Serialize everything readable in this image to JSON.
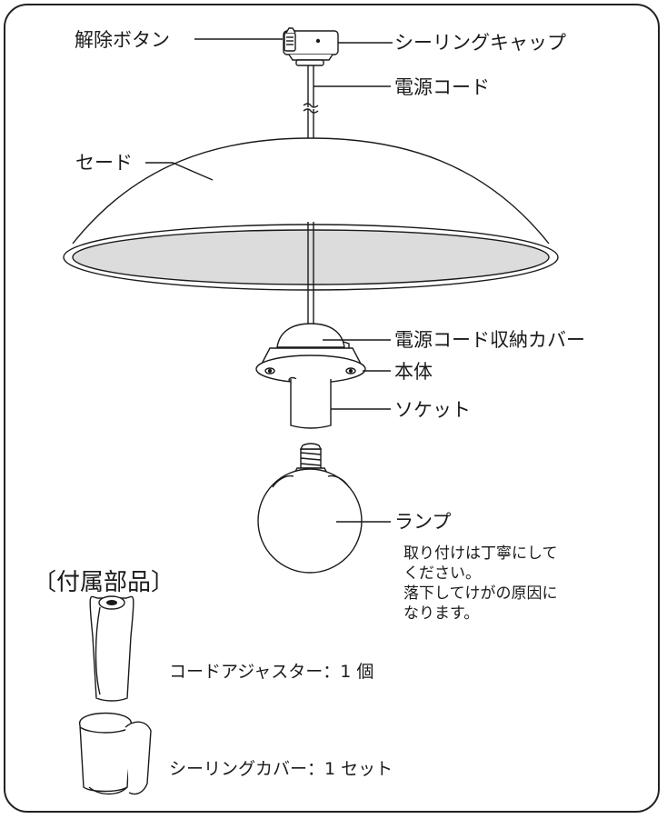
{
  "labels": {
    "release_button": "解除ボタン",
    "ceiling_cap": "シーリングキャップ",
    "power_cord": "電源コード",
    "shade": "セード",
    "cord_cover": "電源コード収納カバー",
    "body": "本体",
    "socket": "ソケット",
    "lamp": "ランプ"
  },
  "note": {
    "line1": "取り付けは丁寧にして",
    "line2": "ください。",
    "line3": "落下してけがの原因に",
    "line4": "なります。"
  },
  "accessories": {
    "title": "〔付属部品〕",
    "items": [
      {
        "label": "コードアジャスター：1 個",
        "icon": "cord-adjuster-icon"
      },
      {
        "label": "シーリングカバー：1 セット",
        "icon": "ceiling-cover-icon"
      }
    ]
  },
  "colors": {
    "line": "#1a1a1a",
    "shade_inner": "#dcdcdc"
  }
}
